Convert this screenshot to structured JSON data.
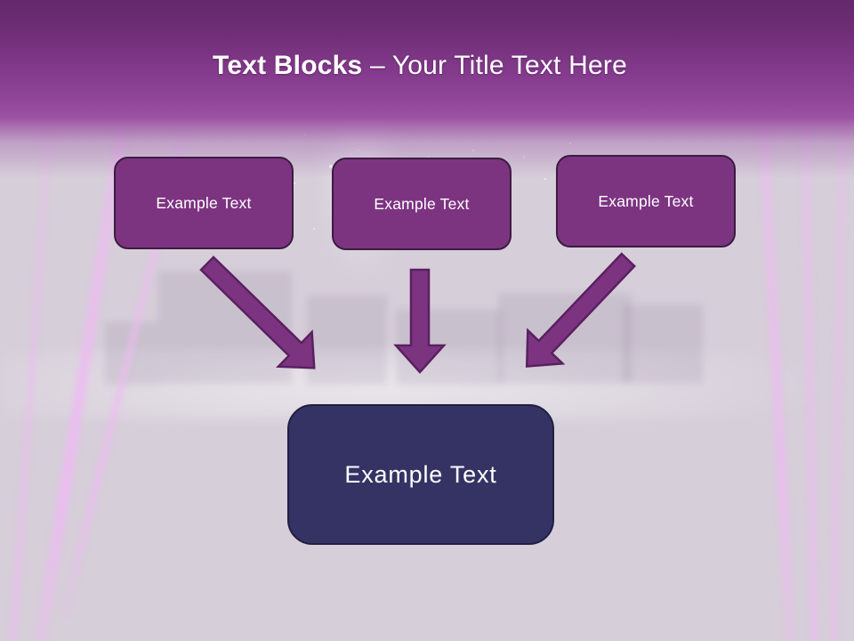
{
  "slide": {
    "title": {
      "bold_text": "Text Blocks",
      "regular_text": "– Your Title Text Here"
    },
    "blocks": [
      {
        "label": "Example Text"
      },
      {
        "label": "Example Text"
      },
      {
        "label": "Example Text"
      }
    ],
    "center_block": {
      "label": "Example Text"
    },
    "arrows": [
      {
        "name": "down-right-arrow"
      },
      {
        "name": "down-arrow"
      },
      {
        "name": "down-left-arrow"
      }
    ],
    "colors": {
      "header_top": "#63296a",
      "header_mid": "#92479b",
      "background": "#d6ced9",
      "block_fill": "#7c3481",
      "block_border": "#3b1c41",
      "center_fill": "#353364",
      "center_border": "#201f41",
      "arrow_fill": "#7c3481",
      "arrow_outline": "#5a2060",
      "title_color": "#ffffff"
    }
  }
}
